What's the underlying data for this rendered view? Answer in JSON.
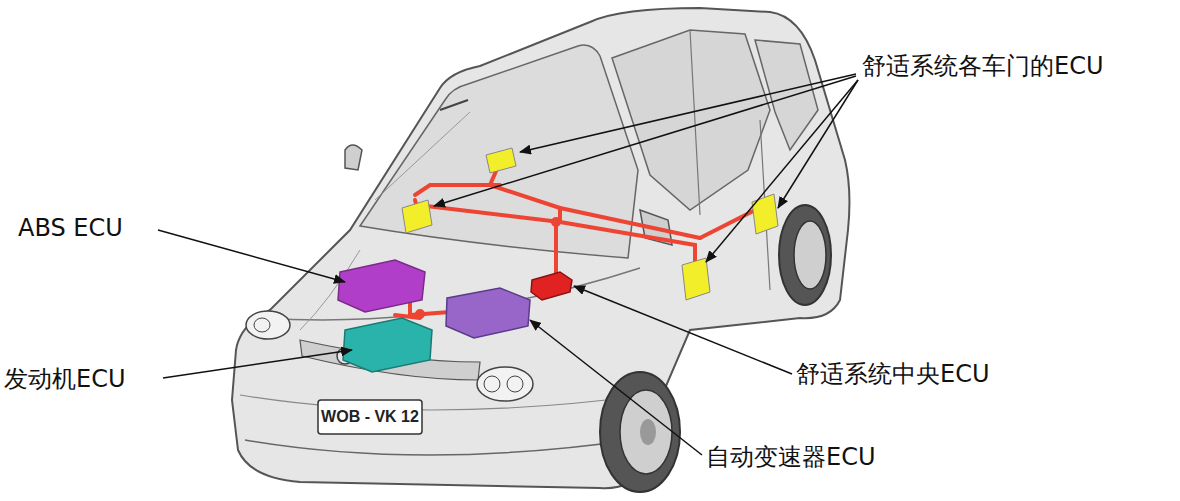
{
  "diagram": {
    "labels": [
      "舒适系统各车门的ECU",
      "ABS ECU",
      "发动机ECU",
      "舒适系统中央ECU",
      "自动变速器ECU",
      "WOB - VK 12"
    ]
  }
}
